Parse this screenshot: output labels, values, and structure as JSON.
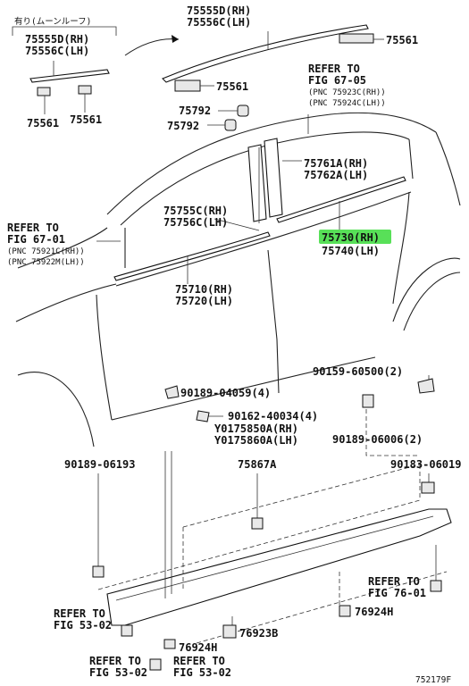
{
  "diagram_ref": "752179F",
  "moonroof_note": "有り(ムーンルーフ)",
  "labels": {
    "p75555d_top": "75555D(RH)",
    "p75556c_top": "75556C(LH)",
    "p75555d_left": "75555D(RH)",
    "p75556c_left": "75556C(LH)",
    "p75561_tr": "75561",
    "p75561_mid": "75561",
    "p75561_l1": "75561",
    "p75561_l2": "75561",
    "p75792_a": "75792",
    "p75792_b": "75792",
    "p75761a": "75761A(RH)",
    "p75762a": "75762A(LH)",
    "p75755c": "75755C(RH)",
    "p75756c": "75756C(LH)",
    "p75730": "75730(RH)",
    "p75740": "75740(LH)",
    "p75710": "75710(RH)",
    "p75720": "75720(LH)",
    "p90159": "90159-60500(2)",
    "p90189_04059": "90189-04059(4)",
    "p90162": "90162-40034(4)",
    "py0175850a": "Y0175850A(RH)",
    "py0175860a": "Y0175860A(LH)",
    "p90189_06006": "90189-06006(2)",
    "p90189_06193": "90189-06193",
    "p75867a": "75867A",
    "p90183": "90183-06019",
    "p76924h_r": "76924H",
    "p76924h_b": "76924H",
    "p76923b": "76923B"
  },
  "refs": {
    "fig6705_a": "REFER TO",
    "fig6705_b": "FIG 67-05",
    "fig6705_c": "(PNC 75923C(RH))",
    "fig6705_d": "(PNC 75924C(LH))",
    "fig6701_a": "REFER TO",
    "fig6701_b": "FIG 67-01",
    "fig6701_c": "(PNC 75921C(RH))",
    "fig6701_d": "(PNC 75922M(LH))",
    "fig7601_a": "REFER TO",
    "fig7601_b": "FIG 76-01",
    "fig5302a_a": "REFER TO",
    "fig5302a_b": "FIG 53-02",
    "fig5302b_a": "REFER TO",
    "fig5302b_b": "FIG 53-02",
    "fig5302c_a": "REFER TO",
    "fig5302c_b": "FIG 53-02"
  },
  "colors": {
    "highlight": "#58e058",
    "ink": "#111111"
  }
}
